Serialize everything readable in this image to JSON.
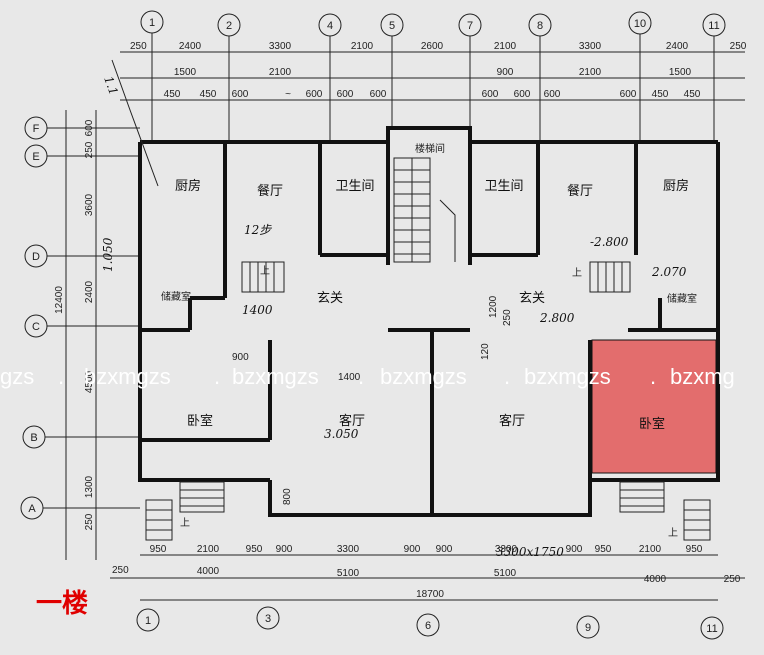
{
  "top_axes": [
    "1",
    "2",
    "4",
    "5",
    "7",
    "8",
    "10",
    "11"
  ],
  "bottom_axes": [
    "1",
    "3",
    "6",
    "9",
    "11"
  ],
  "left_axes": [
    "F",
    "E",
    "D",
    "C",
    "B",
    "A"
  ],
  "top_dims_row1": [
    "250",
    "2400",
    "3300",
    "2100",
    "2600",
    "2100",
    "3300",
    "2400",
    "250"
  ],
  "top_dims_row2": [
    "1500",
    "2100",
    "900",
    "2100",
    "1500"
  ],
  "top_dims_row3": [
    "450",
    "450",
    "600",
    "~",
    "600",
    "600",
    "600",
    "600",
    "600",
    "600",
    "600",
    "450",
    "450"
  ],
  "left_dims": [
    "600",
    "250",
    "3600",
    "2400",
    "4500",
    "1300",
    "250"
  ],
  "left_total": "12400",
  "bottom_dims_row1": [
    "950",
    "2100",
    "950",
    "900",
    "3300",
    "900",
    "900",
    "3300",
    "900",
    "950",
    "2100",
    "950"
  ],
  "bottom_dims_row2": [
    "250",
    "4000",
    "5100",
    "5100",
    "4000",
    "250"
  ],
  "bottom_total": "18700",
  "rooms": {
    "kitchen": "厨房",
    "dining": "餐厅",
    "bathroom": "卫生间",
    "stair_hall": "楼梯间",
    "storage": "储藏室",
    "foyer": "玄关",
    "bedroom": "卧室",
    "living": "客厅"
  },
  "markers": {
    "up": "上"
  },
  "handwritten": {
    "steps": "12步",
    "height_left": "1.050",
    "width_1400": "1400",
    "elev_2800_a": "-2.800",
    "elev_2070": "2.070",
    "elev_2800_b": "2.800",
    "elev_3050": "3.050",
    "dim_3300x1750": "3300x1750",
    "dim_1400": "1400",
    "dim_900": "900",
    "dim_800": "800",
    "dim_1200": "1200",
    "dim_250": "250",
    "dim_120": "120",
    "pointer": "1.1"
  },
  "watermark": [
    "gzs",
    ".",
    "bzxmgzs",
    ".",
    "bzxmgzs",
    ".",
    "bzxmgzs",
    ".",
    "bzxmgzs",
    ".",
    "bzxmg"
  ],
  "floor_label": "一楼",
  "colors": {
    "highlight": "#e36d6d",
    "floor_label": "#e00000",
    "paper": "#e6e6e6"
  }
}
